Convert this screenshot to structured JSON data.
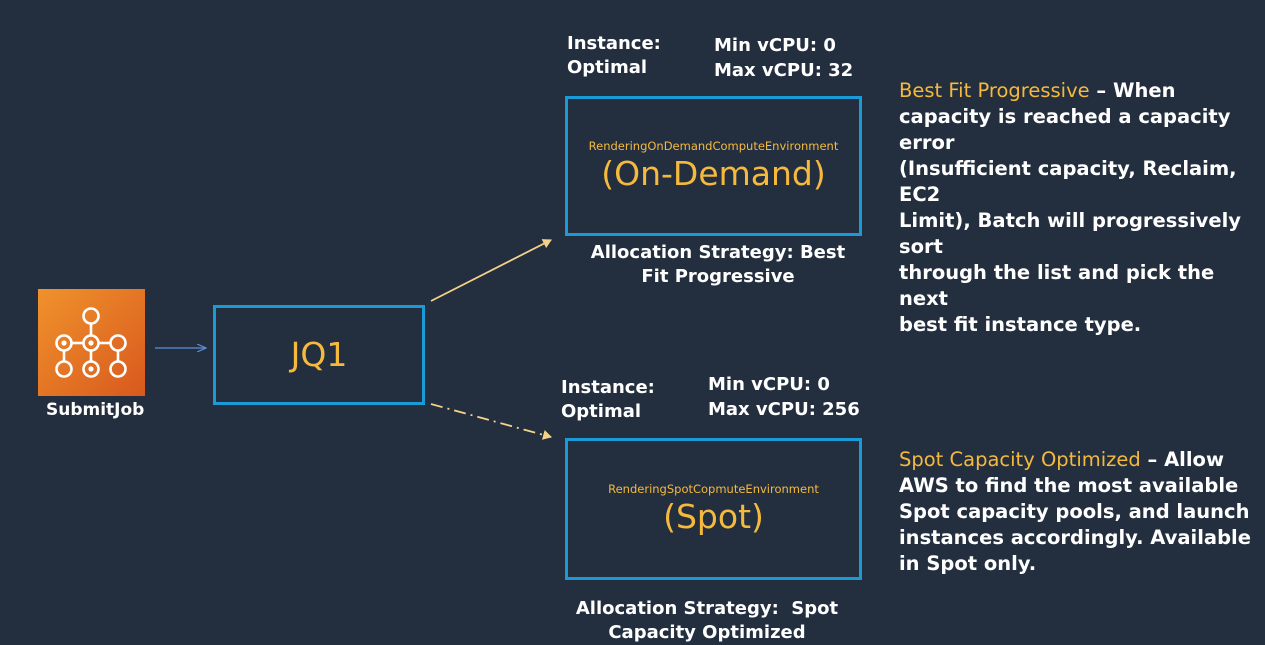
{
  "submit_job": {
    "label": "SubmitJob",
    "icon": "batch-workflow-icon",
    "icon_gradient": [
      "#f0922c",
      "#d8591d"
    ]
  },
  "queue": {
    "label": "JQ1"
  },
  "on_demand": {
    "instance_label": "Instance:",
    "instance_value": "Optimal",
    "min_vcpu": "Min vCPU: 0",
    "max_vcpu": "Max vCPU: 32",
    "env_name": "RenderingOnDemandComputeEnvironment",
    "env_type": "(On-Demand)",
    "strategy_line1": "Allocation Strategy: Best",
    "strategy_line2": "Fit Progressive",
    "desc_highlight": "Best Fit Progressive",
    "desc_lines": [
      " – When",
      "capacity is reached a capacity error",
      "(Insufficient capacity, Reclaim, EC2",
      "Limit), Batch will progressively sort",
      "through the list and pick the next",
      "best fit instance type."
    ]
  },
  "spot": {
    "instance_label": "Instance:",
    "instance_value": "Optimal",
    "min_vcpu": "Min vCPU: 0",
    "max_vcpu": "Max vCPU: 256",
    "env_name": "RenderingSpotCopmuteEnvironment",
    "env_type": "(Spot)",
    "strategy_line1": "Allocation Strategy:  Spot",
    "strategy_line2": "Capacity Optimized",
    "desc_highlight": "Spot Capacity Optimized",
    "desc_lines": [
      " – Allow",
      "AWS to find the most available",
      "Spot capacity pools, and launch",
      "instances accordingly. Available",
      "in Spot only."
    ]
  },
  "colors": {
    "background": "#232f3e",
    "box_border": "#1a9bd7",
    "accent": "#f5b93e",
    "text": "#ffffff",
    "connector": "#f5d28a",
    "submit_arrow": "#5b8fd6"
  }
}
